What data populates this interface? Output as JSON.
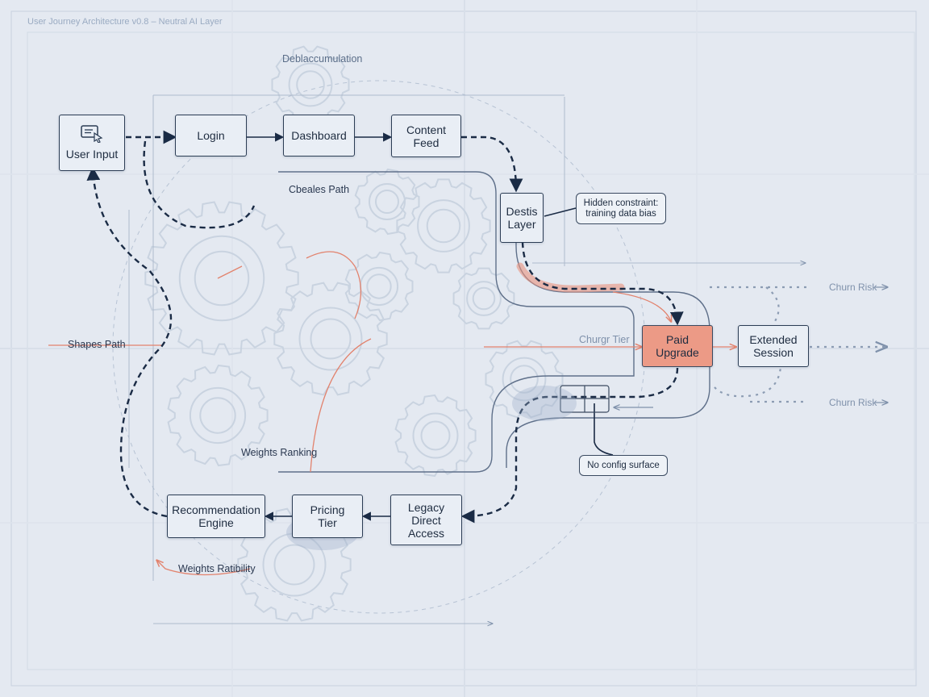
{
  "title": "User Journey Architecture v0.8 – Neutral AI Layer",
  "nodes": {
    "user_input": "User Input",
    "login": "Login",
    "dashboard": "Dashboard",
    "content_feed": "Content\nFeed",
    "destis_layer": "Destis\nLayer",
    "paid_upgrade": "Paid\nUpgrade",
    "extended_session": "Extended\nSession",
    "recommendation_engine": "Recommendation\nEngine",
    "pricing_tier": "Pricing\nTier",
    "legacy_direct_access": "Legacy\nDirect\nAccess"
  },
  "notes": {
    "hidden_constraint": "Hidden constraint:\ntraining data bias",
    "no_config_surface": "No config surface"
  },
  "labels": {
    "deblaccumulation": "Deblaccumulation",
    "cbeales_path": "Cbeales Path",
    "shapes_path": "Shapes Path",
    "churgr_tier": "Churgr Tier",
    "weights_ranking": "Weights Ranking",
    "weights_ratibility": "Weights Ratibility",
    "churn_risk_top": "Churn Risk",
    "churn_risk_bottom": "Churn Risk"
  },
  "colors": {
    "ink": "#2c3d55",
    "arrow": "#1a2b45",
    "accent": "#ec9a86",
    "accent_line": "#e2826d",
    "faint_line": "#8c9cb3",
    "background": "#e4e9f1"
  },
  "icons": [
    "cursor-window-icon",
    "gear-icon"
  ]
}
